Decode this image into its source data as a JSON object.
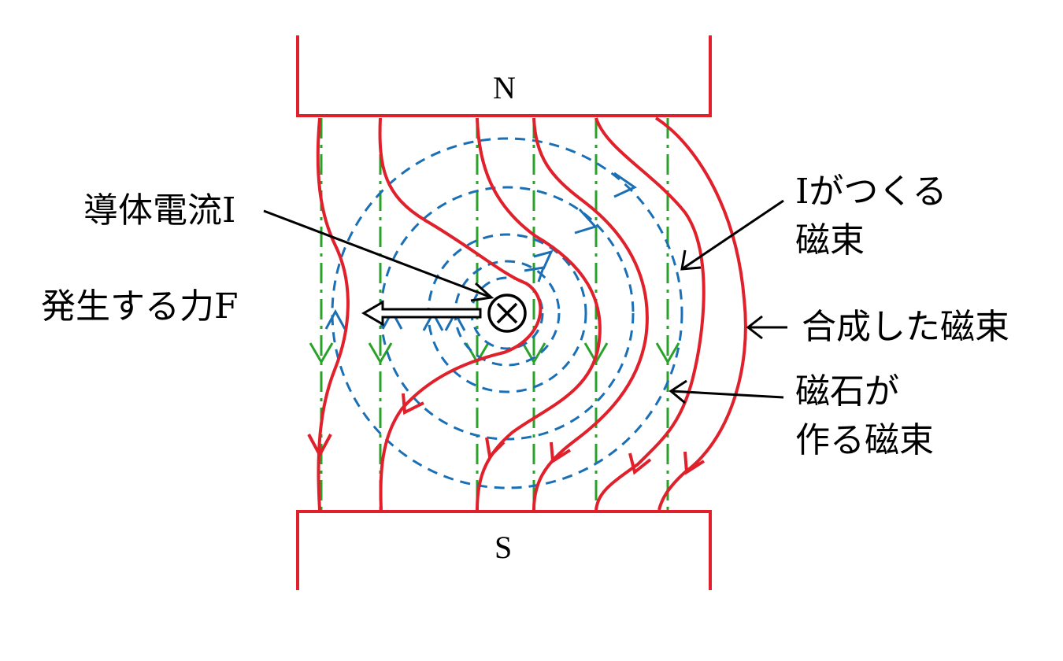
{
  "diagram": {
    "labels": {
      "north_pole": "N",
      "south_pole": "S",
      "conductor_current": "導体電流I",
      "generated_force": "発生する力F",
      "current_flux_line1": "Iがつくる",
      "current_flux_line2": "磁束",
      "combined_flux": "合成した磁束",
      "magnet_flux_line1": "磁石が",
      "magnet_flux_line2": "作る磁束"
    },
    "colors": {
      "magnet": "#e0202a",
      "combined_flux": "#e0202a",
      "magnet_flux": "#2aa22a",
      "current_flux": "#1a6fb5",
      "annotation": "#000000"
    },
    "icons": {
      "conductor": "circled-x-icon",
      "force": "hollow-left-arrow-icon"
    }
  }
}
